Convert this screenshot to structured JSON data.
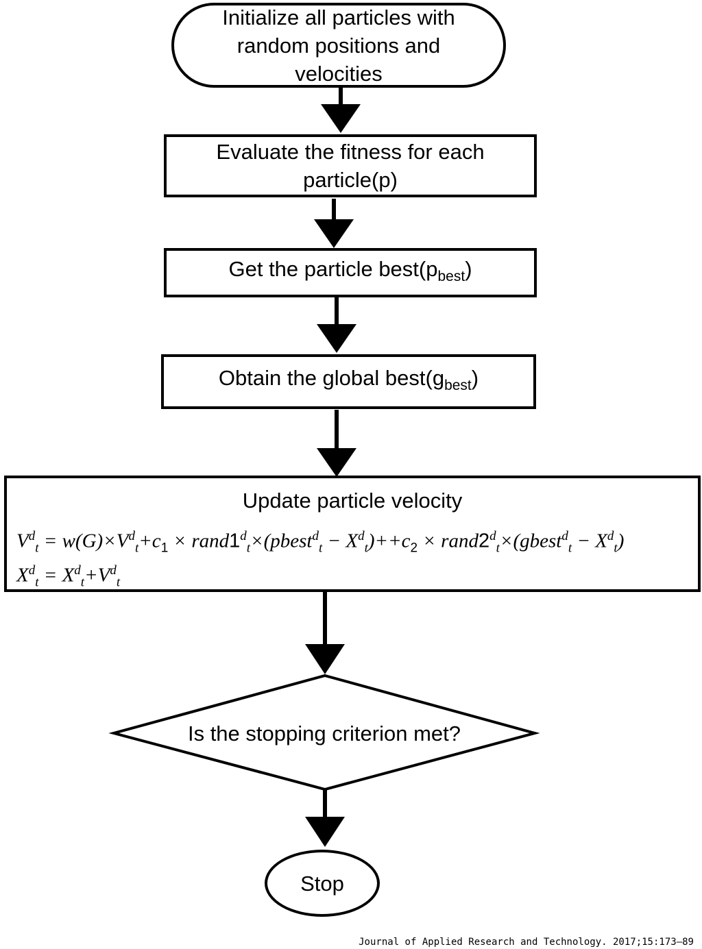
{
  "nodes": {
    "init": "Initialize all particles with random positions and velocities",
    "evaluate": "Evaluate the fitness for each particle(p)",
    "pbest": {
      "prefix": "Get the particle best(p",
      "sub": "best",
      "suffix": ")"
    },
    "gbest": {
      "prefix": "Obtain the global best(g",
      "sub": "best",
      "suffix": ")"
    },
    "update": {
      "title": "Update particle velocity",
      "velocity_equation": "V^d_t = w(G)×V^d_t + c_1 × rand1^d_t × (pbest^d_t − X^d_t) + + c_2 × rand2^d_t × (gbest^d_t − X^d_t)",
      "position_equation": "X^d_t = X^d_t + V^d_t"
    },
    "decision": "Is the stopping criterion met?",
    "stop": "Stop"
  },
  "footer": "Journal of Applied Research and Technology. 2017;15:173–89"
}
